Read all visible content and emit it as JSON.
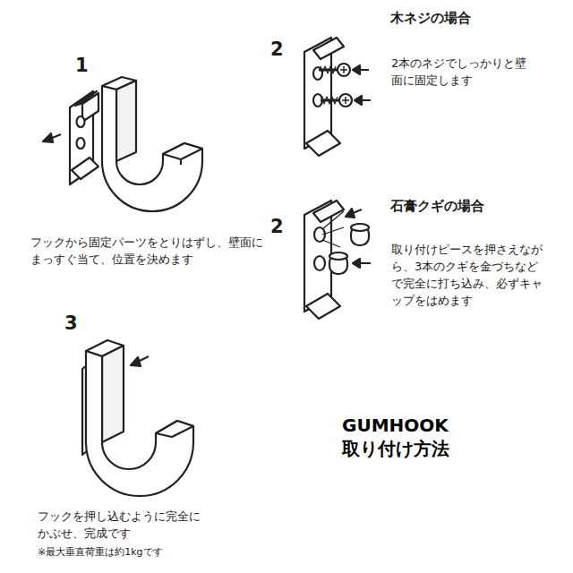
{
  "diagram": {
    "title": "GUMHOOK 取り付け方法",
    "labels": [
      "1",
      "フックから固定パーツをとりはずし、壁面にまっすぐ当て、位置を決めます",
      "2",
      "木ネジの場合",
      "2本のネジでしっかりと壁面に固定します",
      "2",
      "石膏クギの場合",
      "取り付けピースを押さえながら、3本のクギを金づちなどで完全に打ち込み、必ずキャップをはめます",
      "3",
      "フックを押し込むように完全にかぶせ、完成です",
      "※最大垂直荷重は約1kgです"
    ]
  }
}
